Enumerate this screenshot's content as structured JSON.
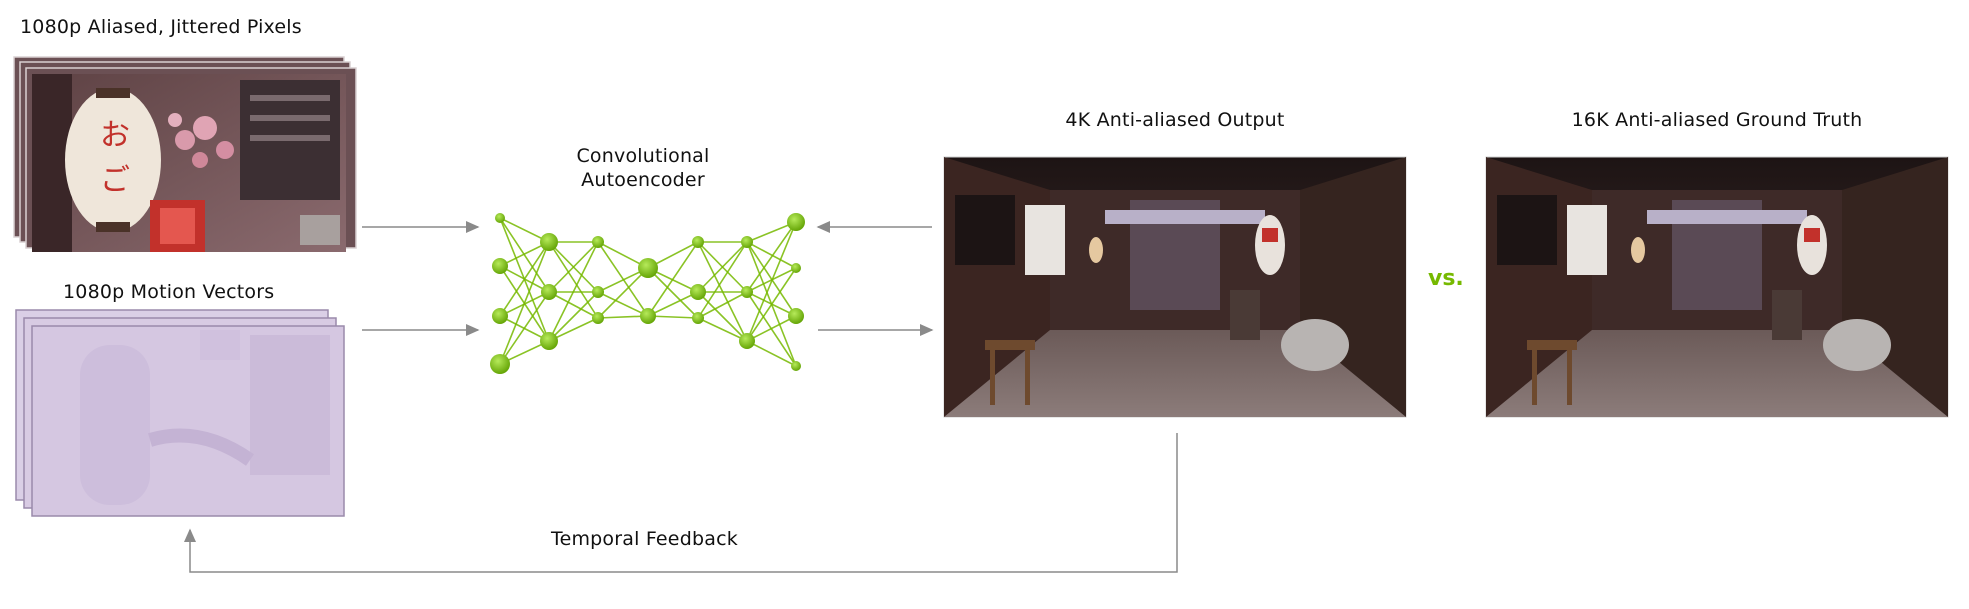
{
  "labels": {
    "input_pixels": "1080p Aliased, Jittered Pixels",
    "motion_vectors": "1080p Motion Vectors",
    "network_line1": "Convolutional",
    "network_line2": "Autoencoder",
    "output": "4K Anti-aliased Output",
    "ground_truth": "16K Anti-aliased Ground Truth",
    "comparison": "vs.",
    "feedback": "Temporal Feedback"
  },
  "colors": {
    "accent_green": "#76b900",
    "arrow_gray": "#8a8a8a",
    "motion_vector_fill": "#d8cbe3",
    "motion_vector_border": "#9a8aab",
    "scene_dark": "#2a1e1c",
    "lantern_red": "#c2312b"
  },
  "icons": {
    "network": "neural-network-icon",
    "input_image": "alley-lantern-image",
    "output_image": "alley-street-image"
  }
}
